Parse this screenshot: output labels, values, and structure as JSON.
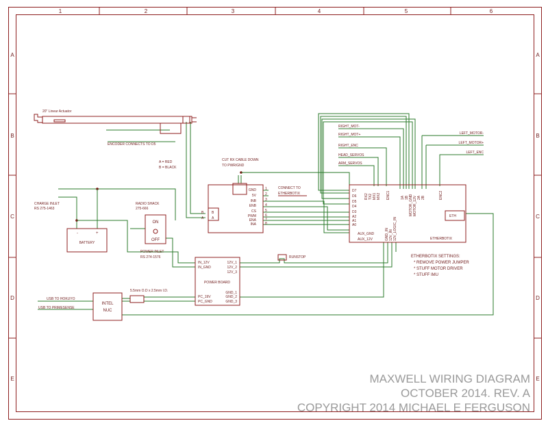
{
  "frame": {
    "columns": [
      "1",
      "2",
      "3",
      "4",
      "5",
      "6"
    ],
    "rows": [
      "A",
      "B",
      "C",
      "D",
      "E"
    ]
  },
  "title_block": {
    "line1": "MAXWELL WIRING DIAGRAM",
    "line2": "OCTOBER 2014. REV. A",
    "line3": "COPYRIGHT 2014 MICHAEL E FERGUSON"
  },
  "actuator": {
    "label": "20\" Linear Actuator"
  },
  "encoder_note": "ENCODER CONNECTS TO D5",
  "wire_colors": {
    "a": "A = RED",
    "b": "B = BLACK"
  },
  "cut_note": {
    "line1": "CUT RX CABLE DOWN",
    "line2": "TO PWR/GND"
  },
  "connect_note": {
    "line1": "CONNECT TO",
    "line2": "ETHERBOTIX"
  },
  "charge_inlet": {
    "line1": "CHARGE INLET",
    "line2": "RS 275-1463"
  },
  "radio_shack": {
    "line1": "RADIO SHACK",
    "line2": "275-666"
  },
  "switch": {
    "on": "ON",
    "off": "OFF"
  },
  "battery": {
    "label": "BATTERY",
    "minus": "-",
    "plus": "+"
  },
  "power_inlet": {
    "line1": "POWER INLET",
    "line2": "RS 274-1576"
  },
  "driver": {
    "left_pins": [
      "B",
      "A"
    ],
    "inner_left": [
      "B",
      "A"
    ],
    "right_pins": [
      "GND",
      "5V",
      "INB",
      "ENB",
      "CS",
      "PWM",
      "ENA",
      "INA"
    ],
    "pin_numbers": [
      "1",
      "2",
      "3",
      "4",
      "5",
      "6",
      "7",
      "8"
    ]
  },
  "etherbotix": {
    "name": "ETHERBOTIX",
    "left_pins": [
      "D7",
      "D6",
      "D5",
      "D4",
      "D3",
      "A2",
      "A1",
      "A0"
    ],
    "aux_pins": [
      "AUX_GND",
      "AUX_12V"
    ],
    "top_pins": [
      "RX2",
      "TX2",
      "MX1",
      "MX2"
    ],
    "enc1": "ENC1",
    "motor_pins": [
      "1A",
      "1B",
      "MOTOR_GND",
      "MOTOR_12V",
      "2A",
      "2B"
    ],
    "enc2": "ENC2",
    "eth": "ETH",
    "bottom_pins": [
      "GND_IN",
      "12V_IN",
      "12V_LOGIC_IN"
    ]
  },
  "robot_wires": {
    "right_mot_minus": "RIGHT_MOT-",
    "right_mot_plus": "RIGHT_MOT+",
    "right_enc": "RIGHT_ENC",
    "head_servos": "HEAD_SERVOS",
    "arm_servos": "ARM_SERVOS",
    "left_mot_minus": "LEFT_MOTOR-",
    "left_mot_plus": "LEFT_MOTOR+",
    "left_enc": "LEFT_ENC"
  },
  "settings": {
    "title": "ETHERBOTIX SETTINGS:",
    "items": [
      "* REMOVE POWER JUMPER",
      "* STUFF MOTOR DRIVER",
      "* STUFF IMU"
    ]
  },
  "runstop": "RUNSTOP",
  "power_board": {
    "name": "POWER BOARD",
    "left_pins": [
      "IN_12V",
      "IN_GND",
      "PC_19V",
      "PC_GND"
    ],
    "right_pins": [
      "12V_1",
      "12V_2",
      "12V_3",
      "GND_1",
      "GND_2",
      "GND_3"
    ]
  },
  "plug_note": "5.5mm O.D x 2.5mm I.D.",
  "nuc": {
    "line1": "INTEL",
    "line2": "NUC",
    "usb1": "USB TO HOKUYO",
    "usb2": "USB TO PRIMESENSE"
  }
}
